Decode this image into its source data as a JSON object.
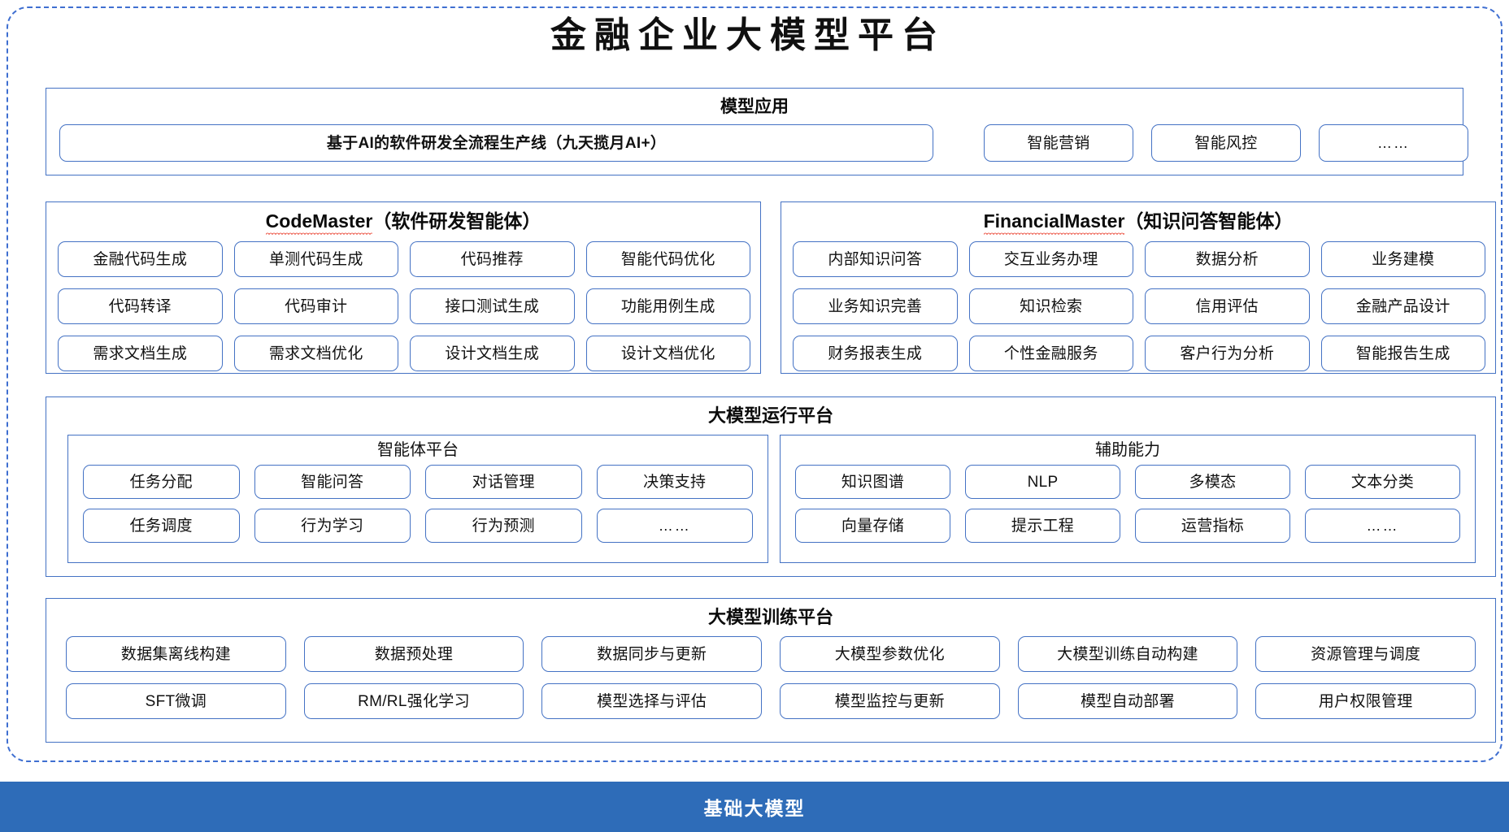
{
  "title": "金融企业大模型平台",
  "colors": {
    "accent_blue": "#4472C4",
    "frame_blue": "#3F6FD1",
    "foundation_bar": "#2E6CB8",
    "spellcheck_red": "#E83B2A"
  },
  "model_application": {
    "title": "模型应用",
    "wide_item": "基于AI的软件研发全流程生产线（九天揽月AI+）",
    "items": [
      "智能营销",
      "智能风控",
      "……"
    ]
  },
  "agents": [
    {
      "name": "CodeMaster",
      "suffix": "（软件研发智能体）",
      "spellcheck": true,
      "items": [
        "金融代码生成",
        "单测代码生成",
        "代码推荐",
        "智能代码优化",
        "代码转译",
        "代码审计",
        "接口测试生成",
        "功能用例生成",
        "需求文档生成",
        "需求文档优化",
        "设计文档生成",
        "设计文档优化"
      ]
    },
    {
      "name": "FinancialMaster",
      "suffix": "（知识问答智能体）",
      "spellcheck": true,
      "items": [
        "内部知识问答",
        "交互业务办理",
        "数据分析",
        "业务建模",
        "业务知识完善",
        "知识检索",
        "信用评估",
        "金融产品设计",
        "财务报表生成",
        "个性金融服务",
        "客户行为分析",
        "智能报告生成"
      ]
    }
  ],
  "runtime_platform": {
    "title": "大模型运行平台",
    "subpanels": [
      {
        "title": "智能体平台",
        "items": [
          "任务分配",
          "智能问答",
          "对话管理",
          "决策支持",
          "任务调度",
          "行为学习",
          "行为预测",
          "……"
        ]
      },
      {
        "title": "辅助能力",
        "items": [
          "知识图谱",
          "NLP",
          "多模态",
          "文本分类",
          "向量存储",
          "提示工程",
          "运营指标",
          "……"
        ]
      }
    ]
  },
  "training_platform": {
    "title": "大模型训练平台",
    "items": [
      "数据集离线构建",
      "数据预处理",
      "数据同步与更新",
      "大模型参数优化",
      "大模型训练自动构建",
      "资源管理与调度",
      "SFT微调",
      "RM/RL强化学习",
      "模型选择与评估",
      "模型监控与更新",
      "模型自动部署",
      "用户权限管理"
    ]
  },
  "foundation": {
    "label": "基础大模型"
  }
}
